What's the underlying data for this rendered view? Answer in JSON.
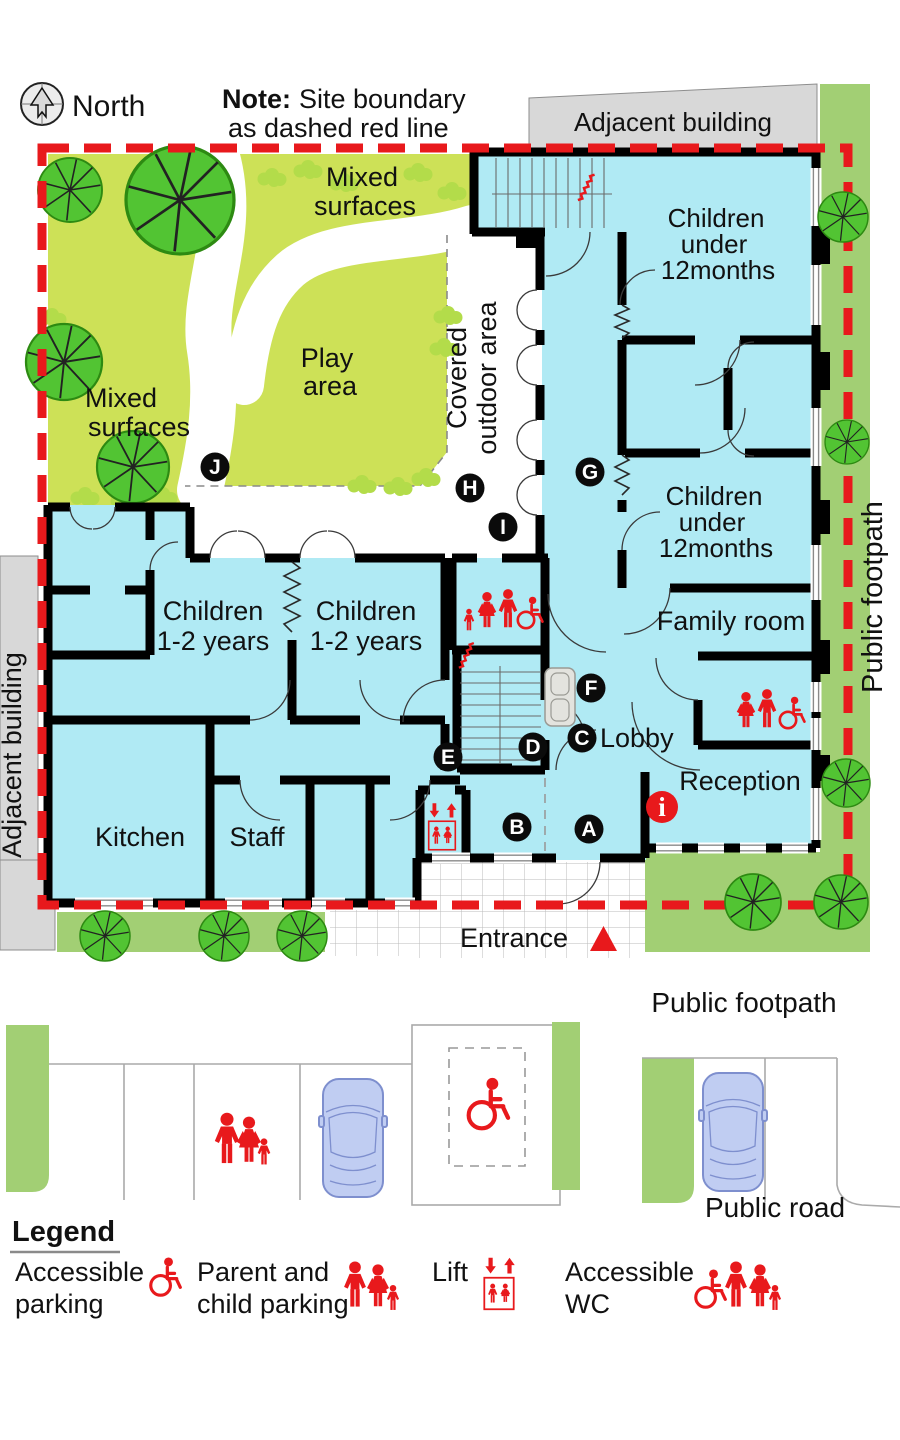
{
  "note": {
    "prefix": "Note:",
    "line1": "Site boundary",
    "line2": "as dashed red line"
  },
  "north": {
    "label": "North"
  },
  "labels": {
    "adjacent_top": "Adjacent building",
    "adjacent_left": "Adjacent building",
    "footpath_right": "Public footpath",
    "footpath_bottom": "Public footpath",
    "public_road": "Public road",
    "entrance": "Entrance"
  },
  "outdoor": {
    "mixed_top": [
      "Mixed",
      "surfaces"
    ],
    "mixed_left": [
      "Mixed",
      "surfaces"
    ],
    "play": [
      "Play",
      "area"
    ],
    "covered": [
      "Covered",
      "outdoor area"
    ]
  },
  "rooms": {
    "u12_a": [
      "Children",
      "under",
      "12months"
    ],
    "u12_b": [
      "Children",
      "under",
      "12months"
    ],
    "family": "Family room",
    "lobby": "Lobby",
    "reception": "Reception",
    "kitchen": "Kitchen",
    "staff": "Staff",
    "y12_a": [
      "Children",
      "1-2 years"
    ],
    "y12_b": [
      "Children",
      "1-2 years"
    ]
  },
  "markers": [
    "A",
    "B",
    "C",
    "D",
    "E",
    "F",
    "G",
    "H",
    "I",
    "J"
  ],
  "info": "i",
  "legend": {
    "title": "Legend",
    "items": [
      {
        "lines": [
          "Accessible",
          "parking"
        ],
        "icon": "accessible-parking-icon"
      },
      {
        "lines": [
          "Parent and",
          "child parking"
        ],
        "icon": "parent-child-parking-icon"
      },
      {
        "lines": [
          "Lift"
        ],
        "icon": "lift-icon"
      },
      {
        "lines": [
          "Accessible",
          "WC"
        ],
        "icon": "accessible-wc-icon"
      }
    ]
  },
  "colors": {
    "boundary_red": "#e8191c",
    "icon_red": "#e8191c",
    "room_cyan": "#b0eaf4",
    "garden_green": "#cde157",
    "bush_green": "#b3dc4a",
    "tree_green": "#52c433",
    "strip_green": "#a2cf74",
    "car_blue": "#c0cdf2",
    "adjacent_gray": "#d8d8d8"
  }
}
